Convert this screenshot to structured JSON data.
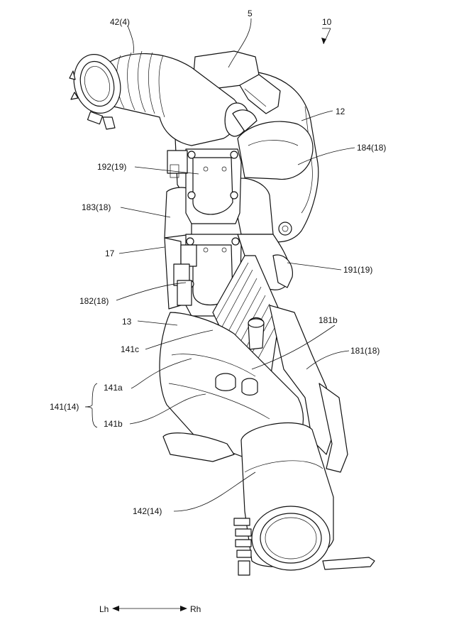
{
  "labels": {
    "l10": "10",
    "l5": "5",
    "l42": "42(4)",
    "l12": "12",
    "l184": "184(18)",
    "l192": "192(19)",
    "l183": "183(18)",
    "l17": "17",
    "l191": "191(19)",
    "l182": "182(18)",
    "l13": "13",
    "l181b": "181b",
    "l141c": "141c",
    "l181": "181(18)",
    "l141a": "141a",
    "l141": "141(14)",
    "l141b": "141b",
    "l142": "142(14)"
  },
  "direction": {
    "left": "Lh",
    "right": "Rh"
  }
}
